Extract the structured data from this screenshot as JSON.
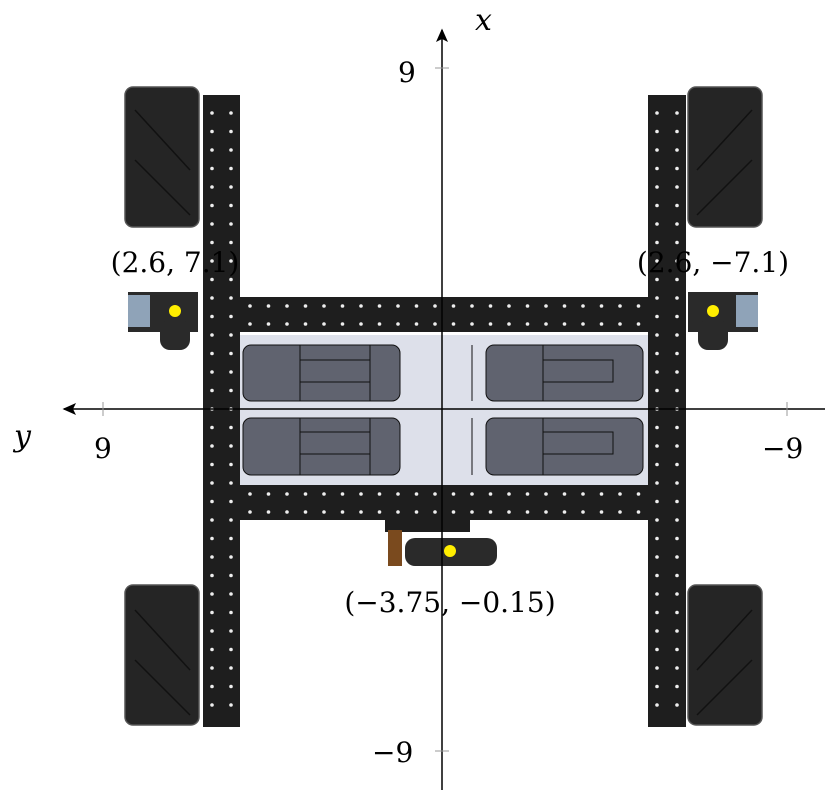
{
  "axes": {
    "x_label": "x",
    "y_label": "y",
    "x_pos_tick": "9",
    "x_neg_tick": "−9",
    "y_pos_tick": "9",
    "y_neg_tick": "−9"
  },
  "points": [
    {
      "name": "left-odometry-pod",
      "label": "(2.6, 7.1)",
      "x": 2.6,
      "y": 7.1
    },
    {
      "name": "right-odometry-pod",
      "label": "(2.6, −7.1)",
      "x": 2.6,
      "y": -7.1
    },
    {
      "name": "rear-odometry-pod",
      "label": "(−3.75, −0.15)",
      "x": -3.75,
      "y": -0.15
    }
  ],
  "colors": {
    "frame": "#1e1e1e",
    "plate": "#dde0ea",
    "motor": "#60636f",
    "marker": "#ffee00",
    "wheel": "#222222"
  }
}
